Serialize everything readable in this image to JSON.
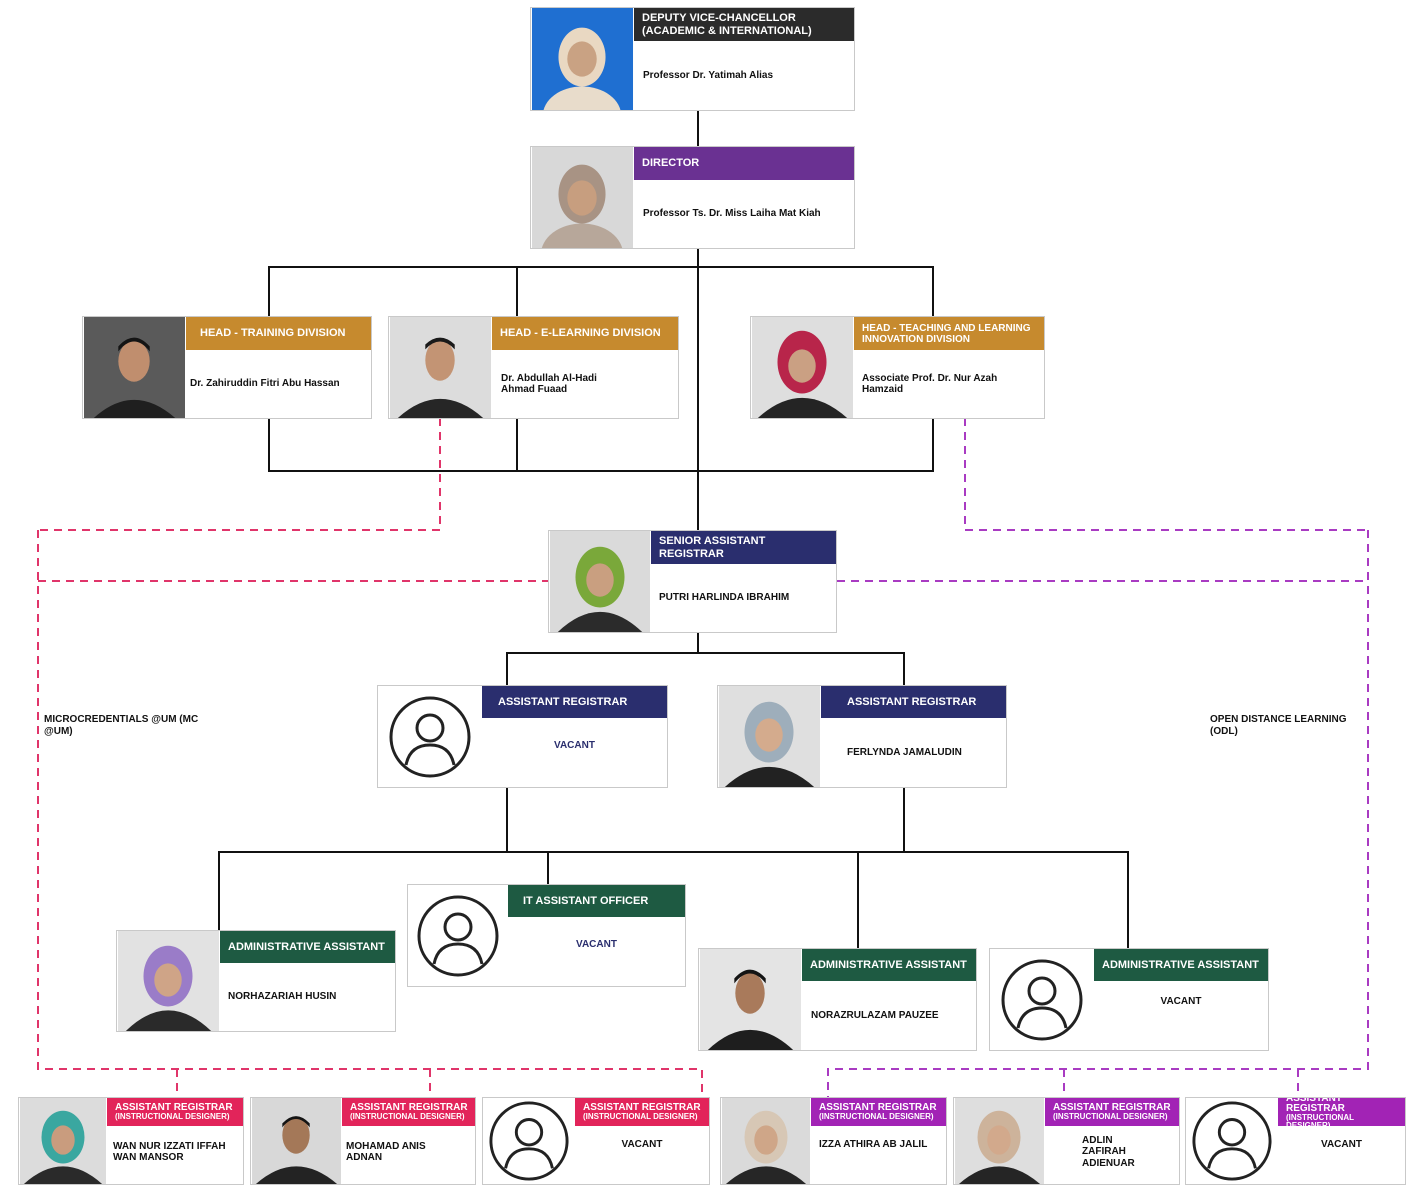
{
  "colors": {
    "dark": "#2b2b2b",
    "purple": "#6a3192",
    "gold": "#c68a2e",
    "navy": "#2a2e6e",
    "green": "#1e5a42",
    "pink": "#e2245a",
    "magenta": "#a223b5",
    "pink_line": "#e0356a",
    "magenta_line": "#a93bc2"
  },
  "dvc": {
    "title": "DEPUTY VICE-CHANCELLOR (ACADEMIC & INTERNATIONAL)",
    "name": "Professor Dr. Yatimah Alias"
  },
  "director": {
    "title": "DIRECTOR",
    "name": "Professor Ts. Dr. Miss Laiha Mat Kiah"
  },
  "heads": [
    {
      "title": "HEAD - TRAINING DIVISION",
      "name": "Dr. Zahiruddin Fitri Abu Hassan"
    },
    {
      "title": "HEAD - E-LEARNING DIVISION",
      "name": "Dr. Abdullah Al-Hadi Ahmad Fuaad"
    },
    {
      "title": "HEAD - TEACHING AND LEARNING INNOVATION DIVISION",
      "name": "Associate Prof. Dr. Nur Azah Hamzaid"
    }
  ],
  "senior_registrar": {
    "title": "SENIOR ASSISTANT REGISTRAR",
    "name": "PUTRI HARLINDA IBRAHIM"
  },
  "assistant_registrars": [
    {
      "title": "ASSISTANT REGISTRAR",
      "name": "VACANT"
    },
    {
      "title": "ASSISTANT REGISTRAR",
      "name": "FERLYNDA JAMALUDIN"
    }
  ],
  "staff": [
    {
      "title": "ADMINISTRATIVE ASSISTANT",
      "name": "NORHAZARIAH HUSIN"
    },
    {
      "title": "IT ASSISTANT OFFICER",
      "name": "VACANT"
    },
    {
      "title": "ADMINISTRATIVE ASSISTANT",
      "name": "NORAZRULAZAM PAUZEE"
    },
    {
      "title": "ADMINISTRATIVE ASSISTANT",
      "name": "VACANT"
    }
  ],
  "side_labels": {
    "left": "MICROCREDENTIALS @UM (MC @UM)",
    "right": "OPEN DISTANCE LEARNING (ODL)"
  },
  "designers": [
    {
      "title": "ASSISTANT REGISTRAR",
      "subtitle": "(INSTRUCTIONAL DESIGNER)",
      "name": "WAN NUR IZZATI IFFAH WAN MANSOR"
    },
    {
      "title": "ASSISTANT REGISTRAR",
      "subtitle": "(INSTRUCTIONAL DESIGNER)",
      "name": "MOHAMAD ANIS ADNAN"
    },
    {
      "title": "ASSISTANT REGISTRAR",
      "subtitle": "(INSTRUCTIONAL DESIGNER)",
      "name": "VACANT"
    },
    {
      "title": "ASSISTANT REGISTRAR",
      "subtitle": "(INSTRUCTIONAL DESIGNER)",
      "name": "IZZA ATHIRA AB JALIL"
    },
    {
      "title": "ASSISTANT REGISTRAR",
      "subtitle": "(INSTRUCTIONAL DESIGNER)",
      "name": "ADLIN ZAFIRAH ADIENUAR"
    },
    {
      "title": "ASSISTANT REGISTRAR",
      "subtitle": "(INSTRUCTIONAL DESIGNER)",
      "name": "VACANT"
    }
  ]
}
